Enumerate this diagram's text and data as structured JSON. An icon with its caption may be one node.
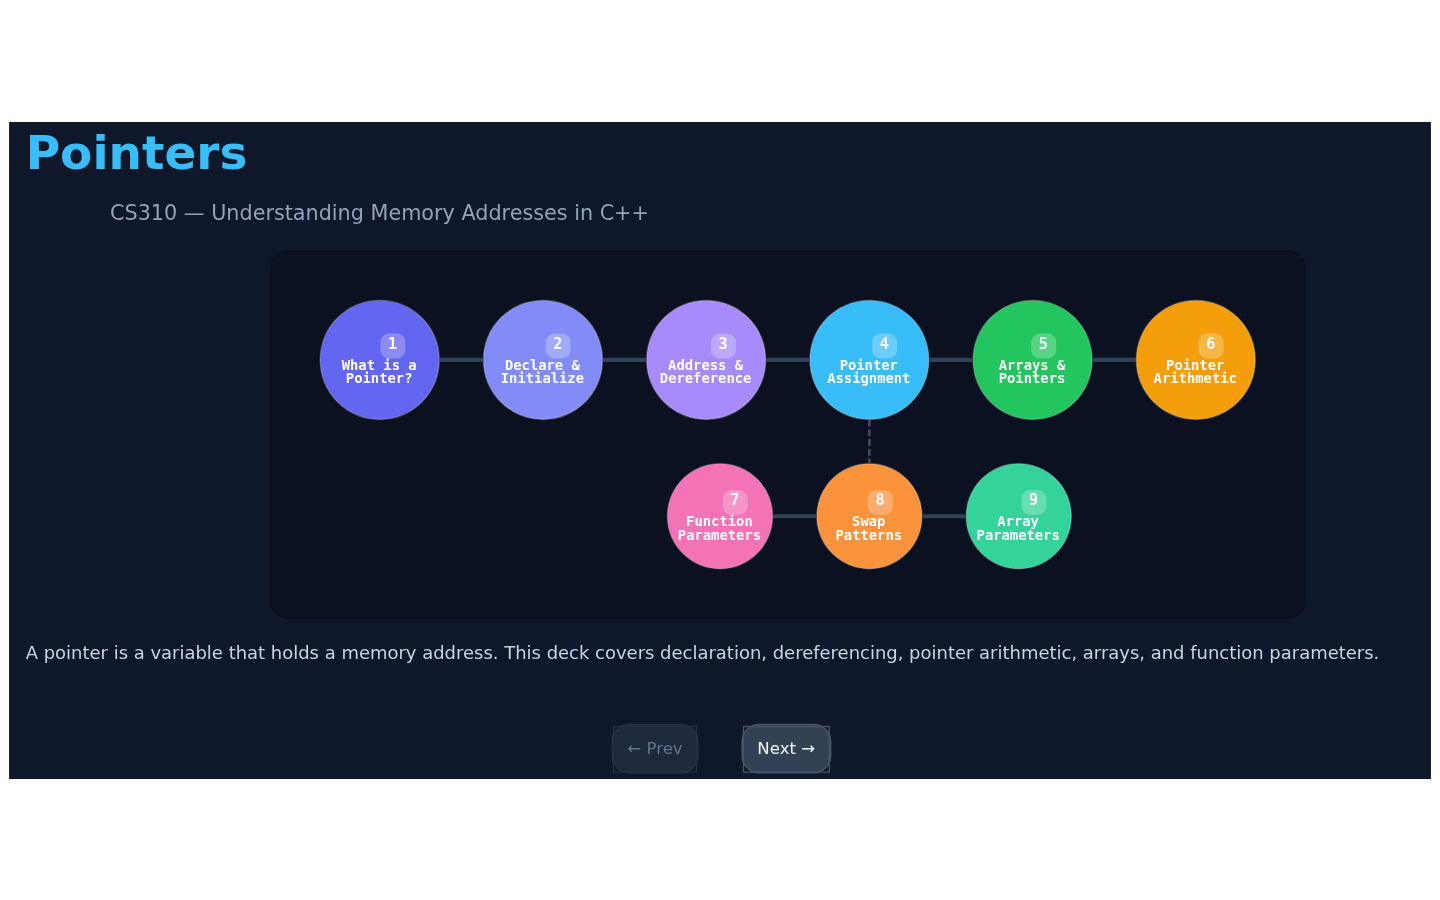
{
  "diagram": {
    "title": "Pointers",
    "caption": "A pointer is a variable that holds a memory address. This deck covers declaration, dereferencing, pointer arithmetic, arrays, and function parameters.",
    "nodes": [
      {
        "text": [],
        "shape": "box"
      },
      {
        "text": [
          "1",
          "What is a Pointer?"
        ],
        "in": 0
      },
      {
        "text": [
          "2",
          "Declare & Initialize"
        ],
        "in": 0
      },
      {
        "text": [
          "3",
          "Address & Dereference"
        ],
        "in": 0
      },
      {
        "text": [
          "4",
          "Pointer Assignment"
        ],
        "in": 0
      },
      {
        "text": [
          "5",
          "Arrays & Pointers"
        ],
        "in": 0
      },
      {
        "text": [
          "6",
          "Pointer Arithmetic"
        ],
        "in": 0
      },
      {
        "text": [
          "7",
          "Function Parameters"
        ],
        "in": 0
      },
      {
        "text": [
          "8",
          "Swap Patterns"
        ],
        "in": 0
      },
      {
        "text": [
          "9",
          "Array Parameters"
        ],
        "in": 0
      }
    ],
    "edges": [
      {
        "from": 1,
        "to": 2,
        "arrow": "none"
      },
      {
        "from": 2,
        "to": 3,
        "arrow": "none"
      },
      {
        "from": 3,
        "to": 4,
        "arrow": "none"
      },
      {
        "from": 4,
        "to": 5,
        "arrow": "none"
      },
      {
        "from": 5,
        "to": 6,
        "arrow": "none"
      },
      {
        "from": 4,
        "to": 8,
        "arrow": "none",
        "style": "dashed"
      },
      {
        "from": 7,
        "to": 8,
        "arrow": "none"
      },
      {
        "from": 8,
        "to": 9,
        "arrow": "none"
      }
    ],
    "labels": [
      "CS310 — Understanding Memory Addresses in C++",
      "← Prev",
      "Next →"
    ]
  }
}
